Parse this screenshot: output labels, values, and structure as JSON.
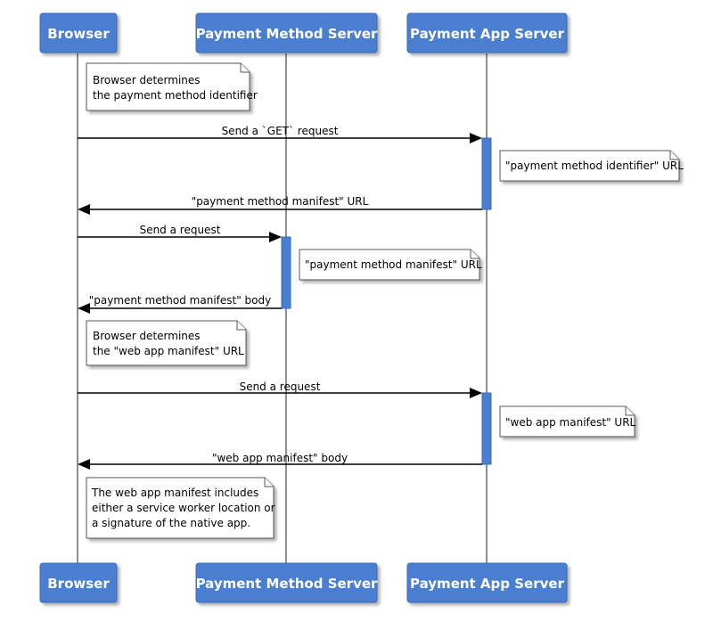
{
  "participants": [
    {
      "id": "browser",
      "label": "Browser"
    },
    {
      "id": "pms",
      "label": "Payment Method Server"
    },
    {
      "id": "pas",
      "label": "Payment App Server"
    }
  ],
  "messages": [
    {
      "from": "browser",
      "to": "pas",
      "label": "Send a `GET` request"
    },
    {
      "from": "pas",
      "to": "browser",
      "label": "\"payment method manifest\" URL"
    },
    {
      "from": "browser",
      "to": "pms",
      "label": "Send a request"
    },
    {
      "from": "pms",
      "to": "browser",
      "label": "\"payment method manifest\" body"
    },
    {
      "from": "browser",
      "to": "pas",
      "label": "Send a request"
    },
    {
      "from": "pas",
      "to": "browser",
      "label": "\"web app manifest\" body"
    }
  ],
  "notes": [
    {
      "participant": "browser",
      "lines": [
        "Browser determines",
        "the payment method identifier"
      ]
    },
    {
      "participant": "pas",
      "lines": [
        "\"payment method identifier\" URL"
      ]
    },
    {
      "participant": "pms",
      "lines": [
        "\"payment method manifest\" URL"
      ]
    },
    {
      "participant": "browser",
      "lines": [
        "Browser determines",
        "the \"web app manifest\" URL"
      ]
    },
    {
      "participant": "pas",
      "lines": [
        "\"web app manifest\" URL"
      ]
    },
    {
      "participant": "browser",
      "lines": [
        "The web app manifest includes",
        "either a service worker location or",
        "a signature of the native app."
      ]
    }
  ],
  "colors": {
    "participant_fill": "#4a7ed0",
    "lifeline": "#8f8f8f",
    "message_line": "#000000"
  }
}
